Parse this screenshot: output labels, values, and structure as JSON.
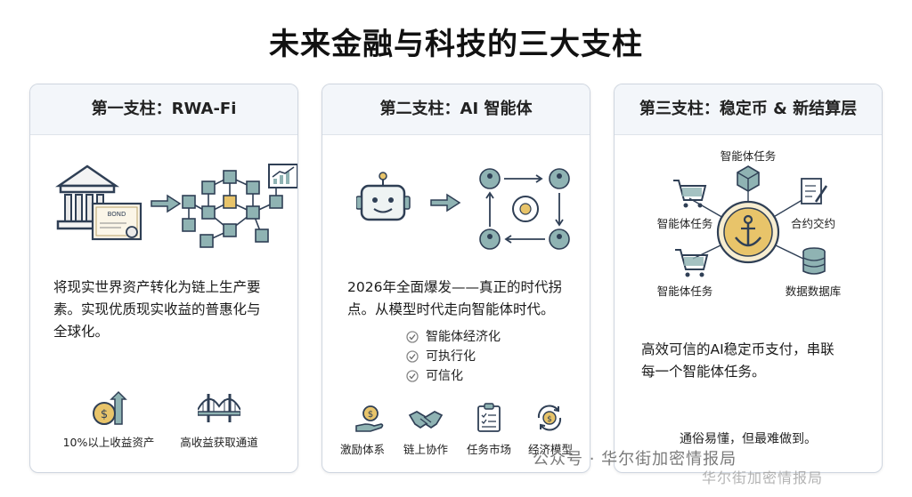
{
  "title": "未来金融与科技的三大支柱",
  "pillars": [
    {
      "heading": "第一支柱：RWA-Fi",
      "bond_label": "BOND",
      "description_lines": [
        "将现实世界资产转化为链上生产要",
        "素。实现优质现实收益的普惠化与",
        "全球化。"
      ],
      "bottom_items": [
        {
          "label": "10%以上收益资产",
          "icon": "coin-growth-icon"
        },
        {
          "label": "高收益获取通道",
          "icon": "bridge-icon"
        }
      ]
    },
    {
      "heading": "第二支柱：AI 智能体",
      "description_lines": [
        "2026年全面爆发——真正的时代拐",
        "点。从模型时代走向智能体时代。"
      ],
      "checklist": [
        "智能体经济化",
        "可执行化",
        "可信化"
      ],
      "bottom_items": [
        {
          "label": "激励体系",
          "icon": "hand-coin-icon"
        },
        {
          "label": "链上协作",
          "icon": "handshake-icon"
        },
        {
          "label": "任务市场",
          "icon": "clipboard-icon"
        },
        {
          "label": "经济模型",
          "icon": "cycle-coin-icon"
        }
      ]
    },
    {
      "heading": "第三支柱：稳定币 & 新结算层",
      "hub_labels": {
        "top": "智能体任务",
        "left_top": "智能体任务",
        "right_top": "合约交约",
        "left_bottom": "智能体任务",
        "right_bottom": "数据数据库"
      },
      "description_lines": [
        "高效可信的AI稳定币支付，串联",
        "每一个智能体任务。"
      ],
      "footer": "通俗易懂，但最难做到。"
    }
  ],
  "watermark": "公众号 · 华尔街加密情报局",
  "watermark_secondary": "华尔街加密情报局",
  "colors": {
    "accent_teal": "#5b8f8f",
    "navy": "#2f3f55",
    "gold": "#e2b443",
    "card_border": "#cfd6e0"
  }
}
